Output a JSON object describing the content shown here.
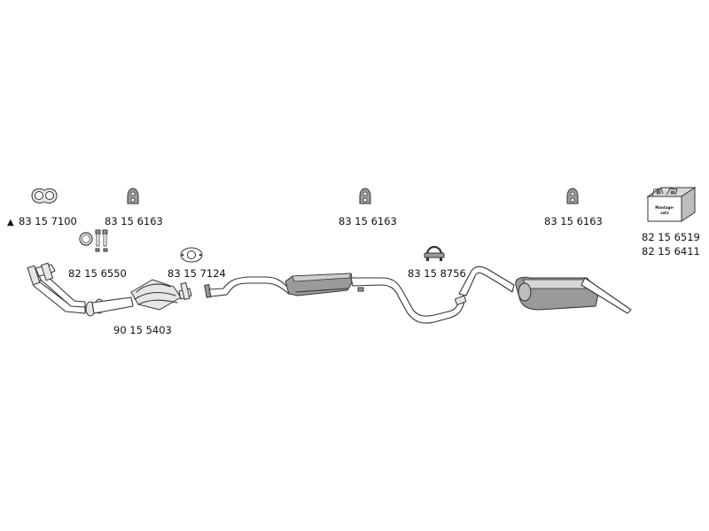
{
  "parts": {
    "p8315_7100": "83 15 7100",
    "p8315_6163_a": "83 15 6163",
    "p8315_6163_b": "83 15 6163",
    "p8315_6163_c": "83 15 6163",
    "p8215_6550": "82 15 6550",
    "p8315_7124": "83 15 7124",
    "p8315_8756": "83 15  8756",
    "p9015_5403": "90 15 5403",
    "p8215_6519": "82 15 6519",
    "p8215_6411": "82 15 6411"
  },
  "marker_symbol": "▲",
  "mounting_kit_box": {
    "line1": "Montage-",
    "line2": "satz"
  }
}
